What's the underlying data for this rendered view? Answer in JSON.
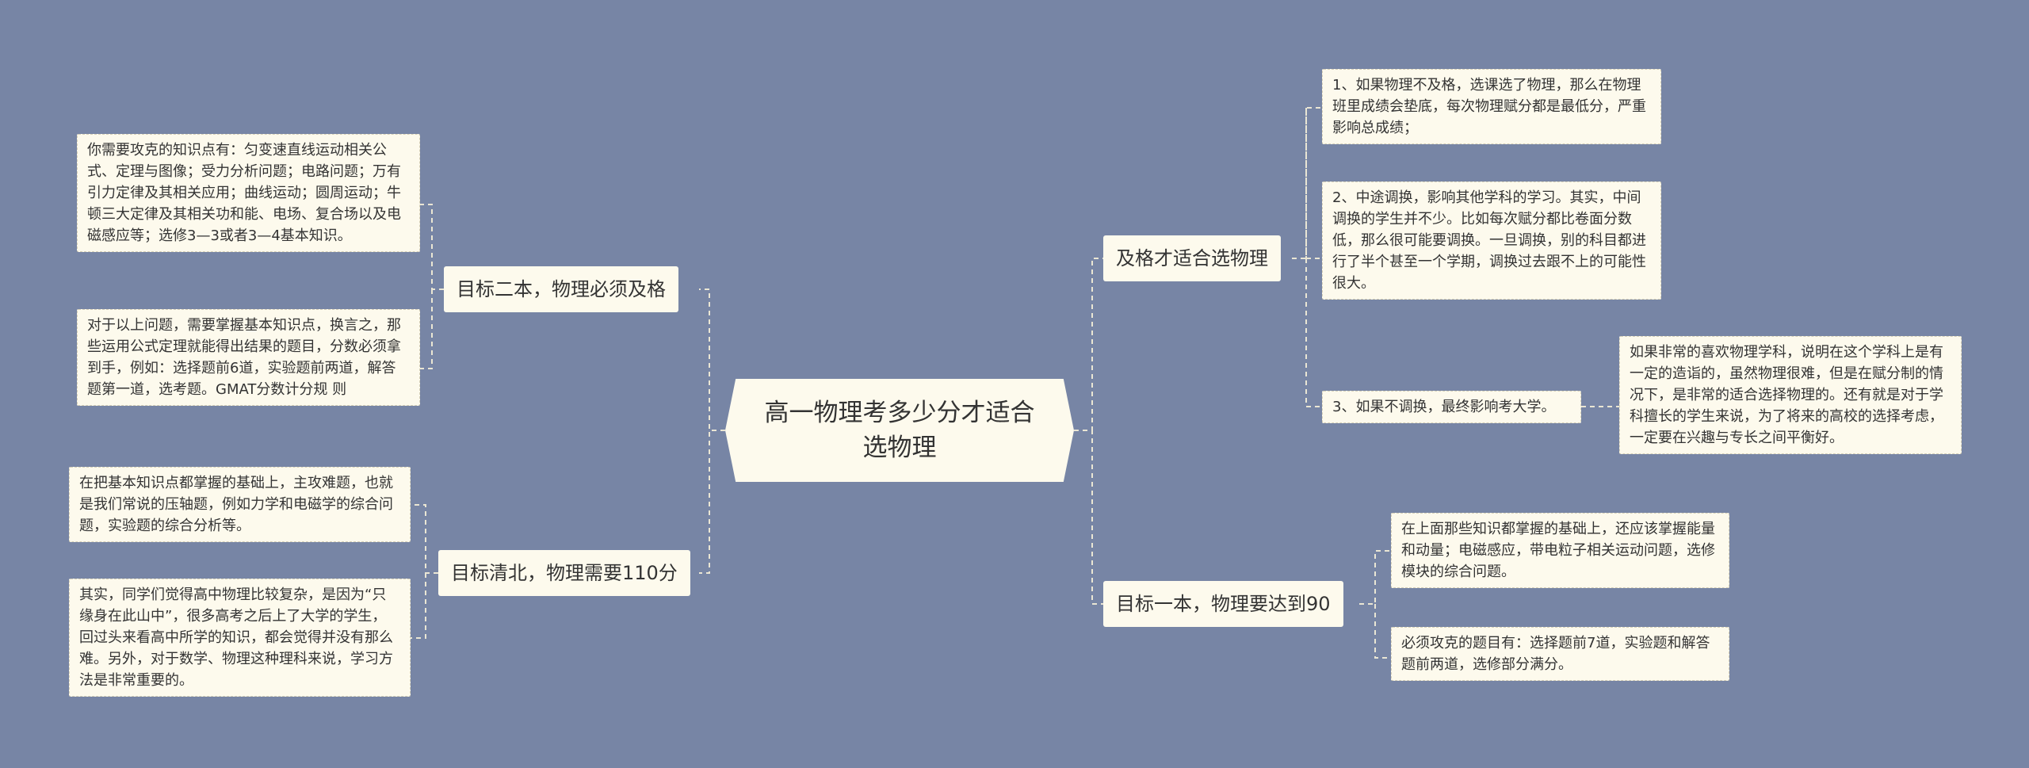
{
  "mindmap": {
    "root": "高一物理考多少分才适合选物理",
    "branches": [
      {
        "label": "及格才适合选物理",
        "leaves": [
          "1、如果物理不及格，选课选了物理，那么在物理班里成绩会垫底，每次物理赋分都是最低分，严重影响总成绩；",
          "2、中途调换，影响其他学科的学习。其实，中间调换的学生并不少。比如每次赋分都比卷面分数低，那么很可能要调换。一旦调换，别的科目都进行了半个甚至一个学期，调换过去跟不上的可能性很大。",
          "3、如果不调换，最终影响考大学。"
        ],
        "subleaf": "如果非常的喜欢物理学科，说明在这个学科上是有一定的造诣的，虽然物理很难，但是在赋分制的情况下，是非常的适合选择物理的。还有就是对于学科擅长的学生来说，为了将来的高校的选择考虑，一定要在兴趣与专长之间平衡好。"
      },
      {
        "label": "目标一本，物理要达到90",
        "leaves": [
          "在上面那些知识都掌握的基础上，还应该掌握能量和动量；电磁感应，带电粒子相关运动问题，选修模块的综合问题。",
          "必须攻克的题目有：选择题前7道，实验题和解答题前两道，选修部分满分。"
        ]
      },
      {
        "label": "目标二本，物理必须及格",
        "leaves": [
          "你需要攻克的知识点有：匀变速直线运动相关公式、定理与图像；受力分析问题；电路问题；万有引力定律及其相关应用；曲线运动；圆周运动；牛顿三大定律及其相关功和能、电场、复合场以及电磁感应等；选修3—3或者3—4基本知识。",
          "对于以上问题，需要掌握基本知识点，换言之，那些运用公式定理就能得出结果的题目，分数必须拿到手，例如：选择题前6道，实验题前两道，解答题第一道，选考题。GMAT分数计分规 则"
        ]
      },
      {
        "label": "目标清北，物理需要110分",
        "leaves": [
          "在把基本知识点都掌握的基础上，主攻难题，也就是我们常说的压轴题，例如力学和电磁学的综合问题，实验题的综合分析等。",
          "其实，同学们觉得高中物理比较复杂，是因为“只缘身在此山中”，很多高考之后上了大学的学生，回过头来看高中所学的知识，都会觉得并没有那么难。另外，对于数学、物理这种理科来说，学习方法是非常重要的。"
        ]
      }
    ]
  }
}
